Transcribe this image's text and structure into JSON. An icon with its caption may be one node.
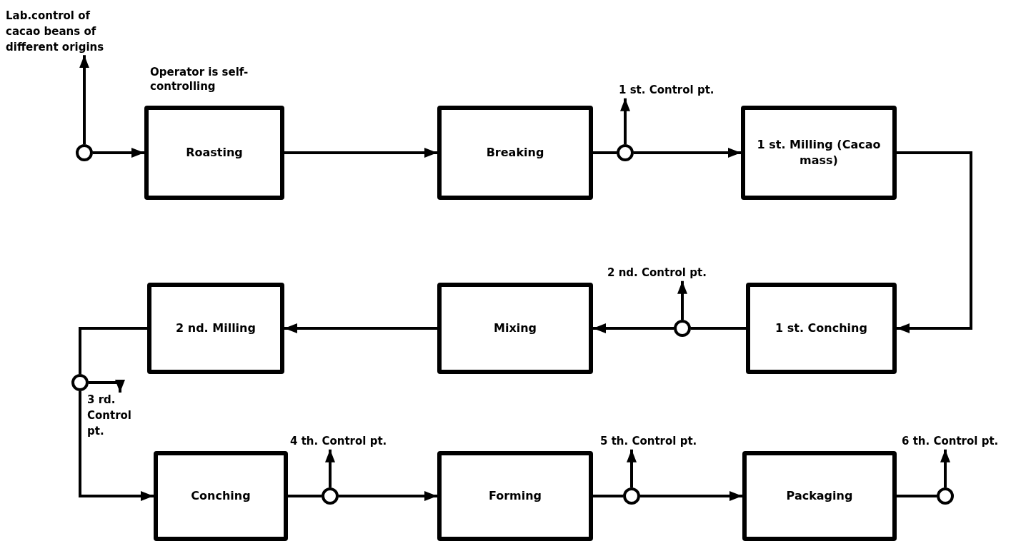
{
  "diagram": {
    "nodes": [
      {
        "text": [
          "Lab.control of cacao beans of different origins"
        ]
      },
      {
        "text": [],
        "shape": "circle"
      },
      {
        "text": [
          "Roasting"
        ],
        "beside": [
          "Operator is self- controlling"
        ]
      },
      {
        "text": [
          "Breaking"
        ]
      },
      {
        "text": [
          "1 st. Control pt."
        ]
      },
      {
        "text": [],
        "shape": "circle"
      },
      {
        "text": [
          "1 st. Milling (Cacao mass)"
        ]
      },
      {
        "text": [
          "2 nd. Control pt."
        ]
      },
      {
        "text": [],
        "shape": "circle"
      },
      {
        "text": [
          "2 nd. Milling"
        ]
      },
      {
        "text": [
          "Mixing"
        ]
      },
      {
        "text": [
          "1 st. Conching"
        ]
      },
      {
        "text": [],
        "shape": "circle"
      },
      {
        "text": [
          "3 rd. Control pt."
        ]
      },
      {
        "text": [
          "Conching"
        ]
      },
      {
        "text": [
          "4 th. Control pt."
        ]
      },
      {
        "text": [],
        "shape": "circle"
      },
      {
        "text": [
          "Forming"
        ]
      },
      {
        "text": [
          "5 th. Control pt."
        ]
      },
      {
        "text": [],
        "shape": "circle"
      },
      {
        "text": [
          "Packaging"
        ]
      },
      {
        "text": [
          "6 th. Control pt."
        ]
      },
      {
        "text": [],
        "shape": "circle"
      }
    ],
    "edges": [
      {
        "from": 1,
        "to": 2,
        "arrow": "to"
      },
      {
        "from": 1,
        "to": 0,
        "arrow": "to"
      },
      {
        "from": 2,
        "to": 3,
        "arrow": "to"
      },
      {
        "from": 3,
        "to": 5,
        "arrow": "none"
      },
      {
        "from": 5,
        "to": 4,
        "arrow": "to"
      },
      {
        "from": 5,
        "to": 6,
        "arrow": "to"
      },
      {
        "from": 6,
        "to": 11,
        "arrow": "to"
      },
      {
        "from": 11,
        "to": 8,
        "arrow": "none"
      },
      {
        "from": 8,
        "to": 7,
        "arrow": "to"
      },
      {
        "from": 8,
        "to": 10,
        "arrow": "to"
      },
      {
        "from": 10,
        "to": 9,
        "arrow": "to"
      },
      {
        "from": 9,
        "to": 12,
        "arrow": "none"
      },
      {
        "from": 12,
        "to": 14,
        "arrow": "to"
      },
      {
        "from": 12,
        "to": 13,
        "arrow": "to"
      },
      {
        "from": 14,
        "to": 16,
        "arrow": "none"
      },
      {
        "from": 16,
        "to": 15,
        "arrow": "to"
      },
      {
        "from": 16,
        "to": 17,
        "arrow": "to"
      },
      {
        "from": 17,
        "to": 19,
        "arrow": "none"
      },
      {
        "from": 19,
        "to": 18,
        "arrow": "to"
      },
      {
        "from": 19,
        "to": 20,
        "arrow": "to"
      },
      {
        "from": 20,
        "to": 22,
        "arrow": "none"
      },
      {
        "from": 22,
        "to": 21,
        "arrow": "to"
      }
    ]
  }
}
